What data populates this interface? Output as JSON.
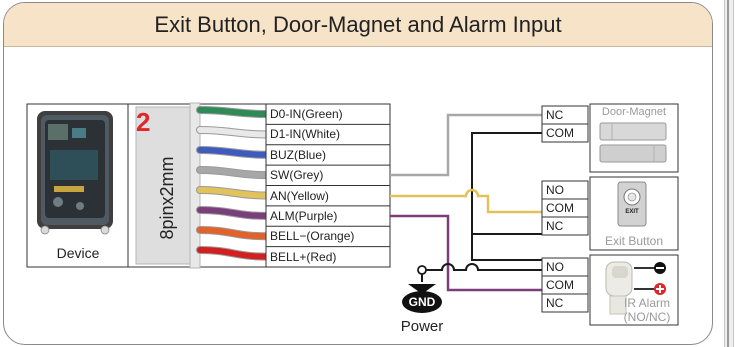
{
  "title": "Exit Button, Door-Magnet and Alarm Input",
  "device_label": "Device",
  "connector": {
    "number": "2",
    "size_label": "8pinx2mm"
  },
  "pins": [
    "D0-IN(Green)",
    "D1-IN(White)",
    "BUZ(Blue)",
    "SW(Grey)",
    "AN(Yellow)",
    "ALM(Purple)",
    "BELL−(Orange)",
    "BELL+(Red)"
  ],
  "terminals": {
    "door_magnet": [
      "NC",
      "COM"
    ],
    "exit_button": [
      "NO",
      "COM",
      "NC"
    ],
    "ir_alarm": [
      "NO",
      "COM",
      "NC"
    ]
  },
  "door_magnet_label": "Door-Magnet",
  "exit_button_label": "Exit Button",
  "exit_button_text": "EXIT",
  "ir_alarm_label_line1": "IR Alarm",
  "ir_alarm_label_line2": "(NO/NC)",
  "gnd_label": "GND",
  "power_label": "Power",
  "colors": {
    "header_bg": "#f6e3c8",
    "wire_green": "#2e8b57",
    "wire_white": "#e8e8e8",
    "wire_blue": "#3f5bc0",
    "wire_grey": "#a7a7a7",
    "wire_yellow": "#e2c25a",
    "wire_purple": "#7a3e7a",
    "wire_orange": "#e2622a",
    "wire_red": "#d21f1f",
    "accent_red": "#e0262b"
  }
}
